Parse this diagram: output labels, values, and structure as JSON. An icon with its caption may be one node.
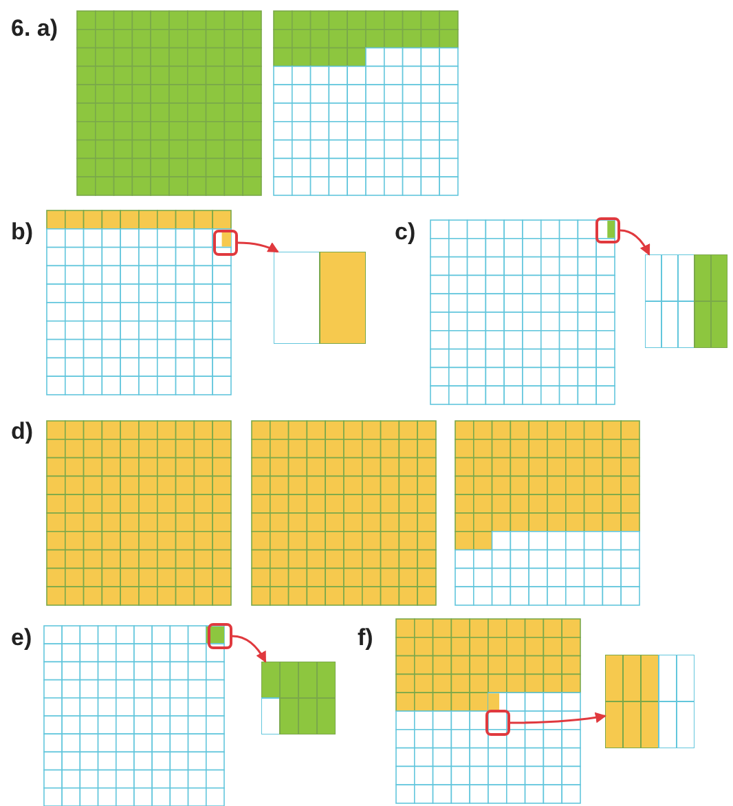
{
  "diagram": {
    "nodes": [
      {
        "text": [],
        "shape": "box"
      },
      {
        "text": [],
        "shape": "box"
      },
      {
        "text": [],
        "shape": "box"
      },
      {
        "text": [],
        "shape": "box"
      },
      {
        "text": [],
        "shape": "box"
      },
      {
        "text": [],
        "shape": "box"
      },
      {
        "text": [],
        "shape": "box"
      },
      {
        "text": [],
        "shape": "box"
      }
    ],
    "edges": [
      {
        "from": 0,
        "to": 1,
        "arrow": "to"
      },
      {
        "from": 2,
        "to": 3,
        "arrow": "to"
      },
      {
        "from": 4,
        "to": 5,
        "arrow": "to"
      },
      {
        "from": 6,
        "to": 7,
        "arrow": "to"
      }
    ],
    "labels": [
      "6. a)",
      "b)",
      "c)",
      "d)",
      "e)",
      "f)"
    ]
  }
}
